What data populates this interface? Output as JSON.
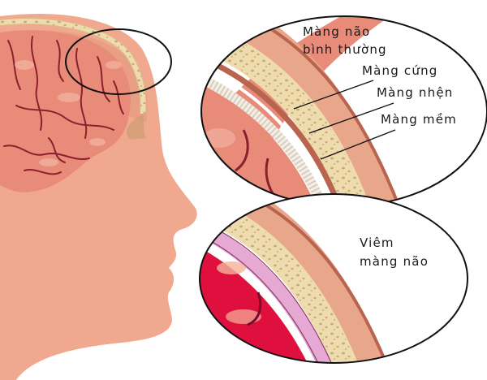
{
  "diagram": {
    "subject": "Meningitis anatomy illustration",
    "colors": {
      "skin": "#f0a98e",
      "skin_shadow": "#d98c72",
      "brain_normal": "#e98b79",
      "brain_fold": "#8c1f2e",
      "bone": "#efdcae",
      "bone_pore": "#c9ab74",
      "dura": "#b9644f",
      "inflamed_brain": "#e0103e",
      "inflamed_membrane": "#e6a9d4",
      "outline": "#111111"
    },
    "callouts": {
      "normal": {
        "title_line1": "Màng não",
        "title_line2": "bình thường",
        "layers": [
          {
            "label": "Màng cứng"
          },
          {
            "label": "Màng nhện"
          },
          {
            "label": "Màng mềm"
          }
        ]
      },
      "inflamed": {
        "title_line1": "Viêm",
        "title_line2": "màng não"
      }
    }
  }
}
